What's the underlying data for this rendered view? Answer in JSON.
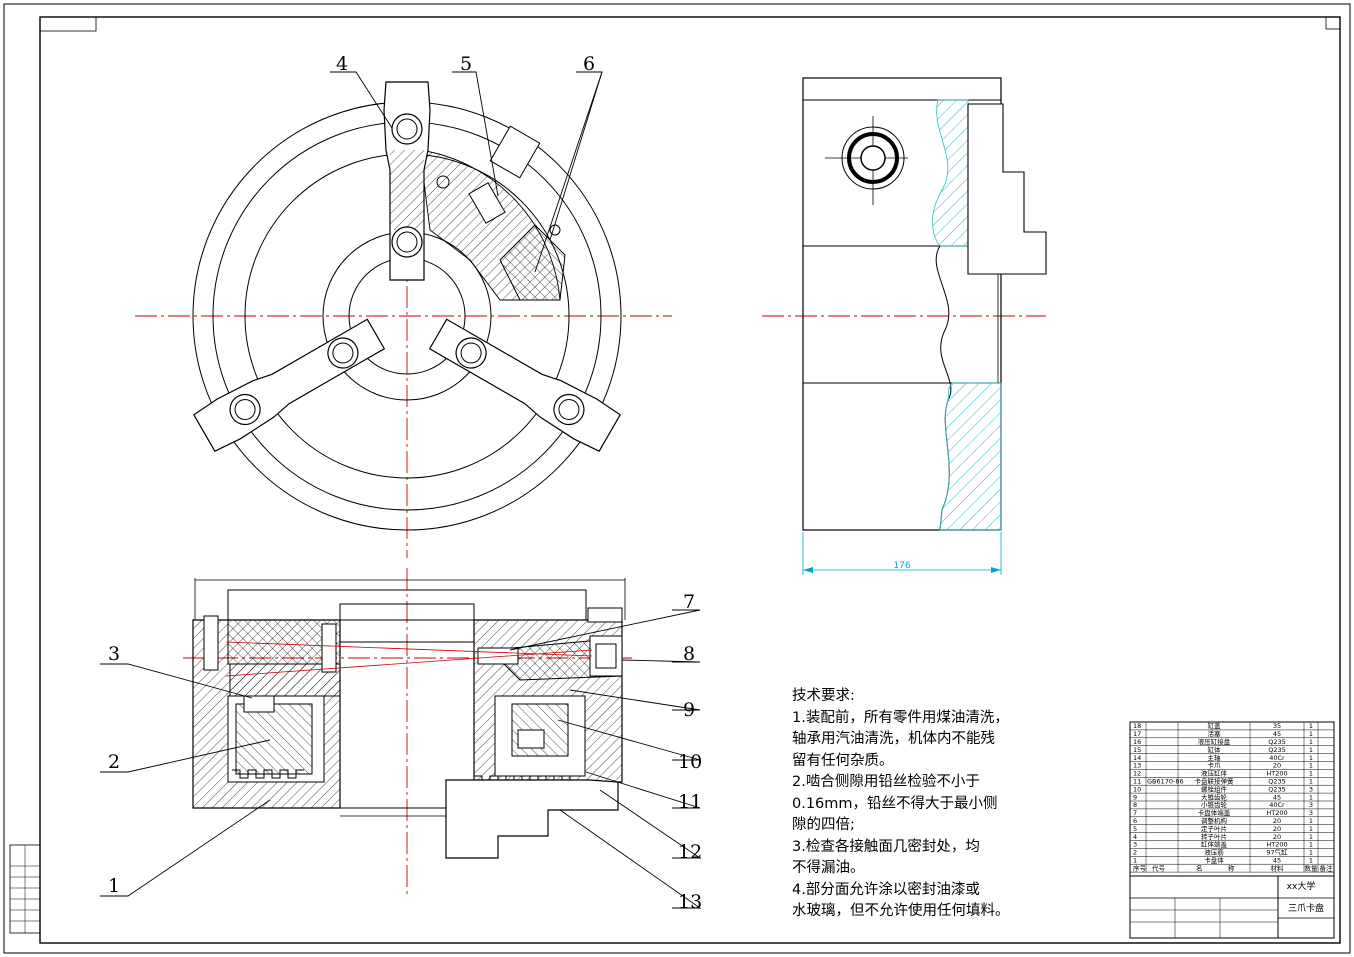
{
  "drawing": {
    "title": "三爪卡盘",
    "school": "xx大学"
  },
  "dimensions": {
    "side_width": "176"
  },
  "part_labels": [
    "1",
    "2",
    "3",
    "4",
    "5",
    "6",
    "7",
    "8",
    "9",
    "10",
    "11",
    "12",
    "13"
  ],
  "technical_requirements": {
    "heading": "技术要求:",
    "lines": [
      "1.装配前，所有零件用煤油清洗，",
      "轴承用汽油清洗，机体内不能残",
      "留有任何杂质。",
      "2.啮合侧隙用铅丝检验不小于",
      "0.16mm，铅丝不得大于最小侧",
      "隙的四倍;",
      "3.检查各接触面几密封处，均",
      "不得漏油。",
      "4.部分面允许涂以密封油漆或",
      "水玻璃，但不允许使用任何填料。"
    ]
  },
  "bom": {
    "headers": [
      "序号",
      "代号",
      "名",
      "称",
      "材料",
      "数量",
      "备注"
    ],
    "rows": [
      {
        "no": "18",
        "code": "",
        "name": "缸盖",
        "material": "35",
        "qty": "1"
      },
      {
        "no": "17",
        "code": "",
        "name": "活塞",
        "material": "45",
        "qty": "1"
      },
      {
        "no": "16",
        "code": "",
        "name": "液压缸接盘",
        "material": "Q235",
        "qty": "1"
      },
      {
        "no": "15",
        "code": "",
        "name": "缸体",
        "material": "Q235",
        "qty": "1"
      },
      {
        "no": "14",
        "code": "",
        "name": "主轴",
        "material": "40Cr",
        "qty": "1"
      },
      {
        "no": "13",
        "code": "",
        "name": "卡爪",
        "material": "20",
        "qty": "1"
      },
      {
        "no": "12",
        "code": "",
        "name": "液压缸体",
        "material": "HT200",
        "qty": "1"
      },
      {
        "no": "11",
        "code": "GB6170-86",
        "name": "卡盘联接弹簧",
        "material": "Q235",
        "qty": "1"
      },
      {
        "no": "10",
        "code": "",
        "name": "螺栓组件",
        "material": "Q235",
        "qty": "3"
      },
      {
        "no": "9",
        "code": "",
        "name": "大锥齿轮",
        "material": "45",
        "qty": "1"
      },
      {
        "no": "8",
        "code": "",
        "name": "小锥齿轮",
        "material": "40Cr",
        "qty": "3"
      },
      {
        "no": "7",
        "code": "",
        "name": "卡盘体端盖",
        "material": "HT200",
        "qty": "3"
      },
      {
        "no": "6",
        "code": "",
        "name": "调整机构",
        "material": "20",
        "qty": "1"
      },
      {
        "no": "5",
        "code": "",
        "name": "定子叶片",
        "material": "20",
        "qty": "1"
      },
      {
        "no": "4",
        "code": "",
        "name": "转子叶片",
        "material": "20",
        "qty": "1"
      },
      {
        "no": "3",
        "code": "",
        "name": "缸体端盖",
        "material": "HT200",
        "qty": "1"
      },
      {
        "no": "2",
        "code": "",
        "name": "液压筋",
        "material": "97气缸",
        "qty": "1"
      },
      {
        "no": "1",
        "code": "",
        "name": "卡盘体",
        "material": "45",
        "qty": "1"
      }
    ]
  },
  "colors": {
    "line": "#000000",
    "centerline": "#cc0000",
    "hatch_cyan": "#33bbcc",
    "dimension": "#00a8c8"
  }
}
